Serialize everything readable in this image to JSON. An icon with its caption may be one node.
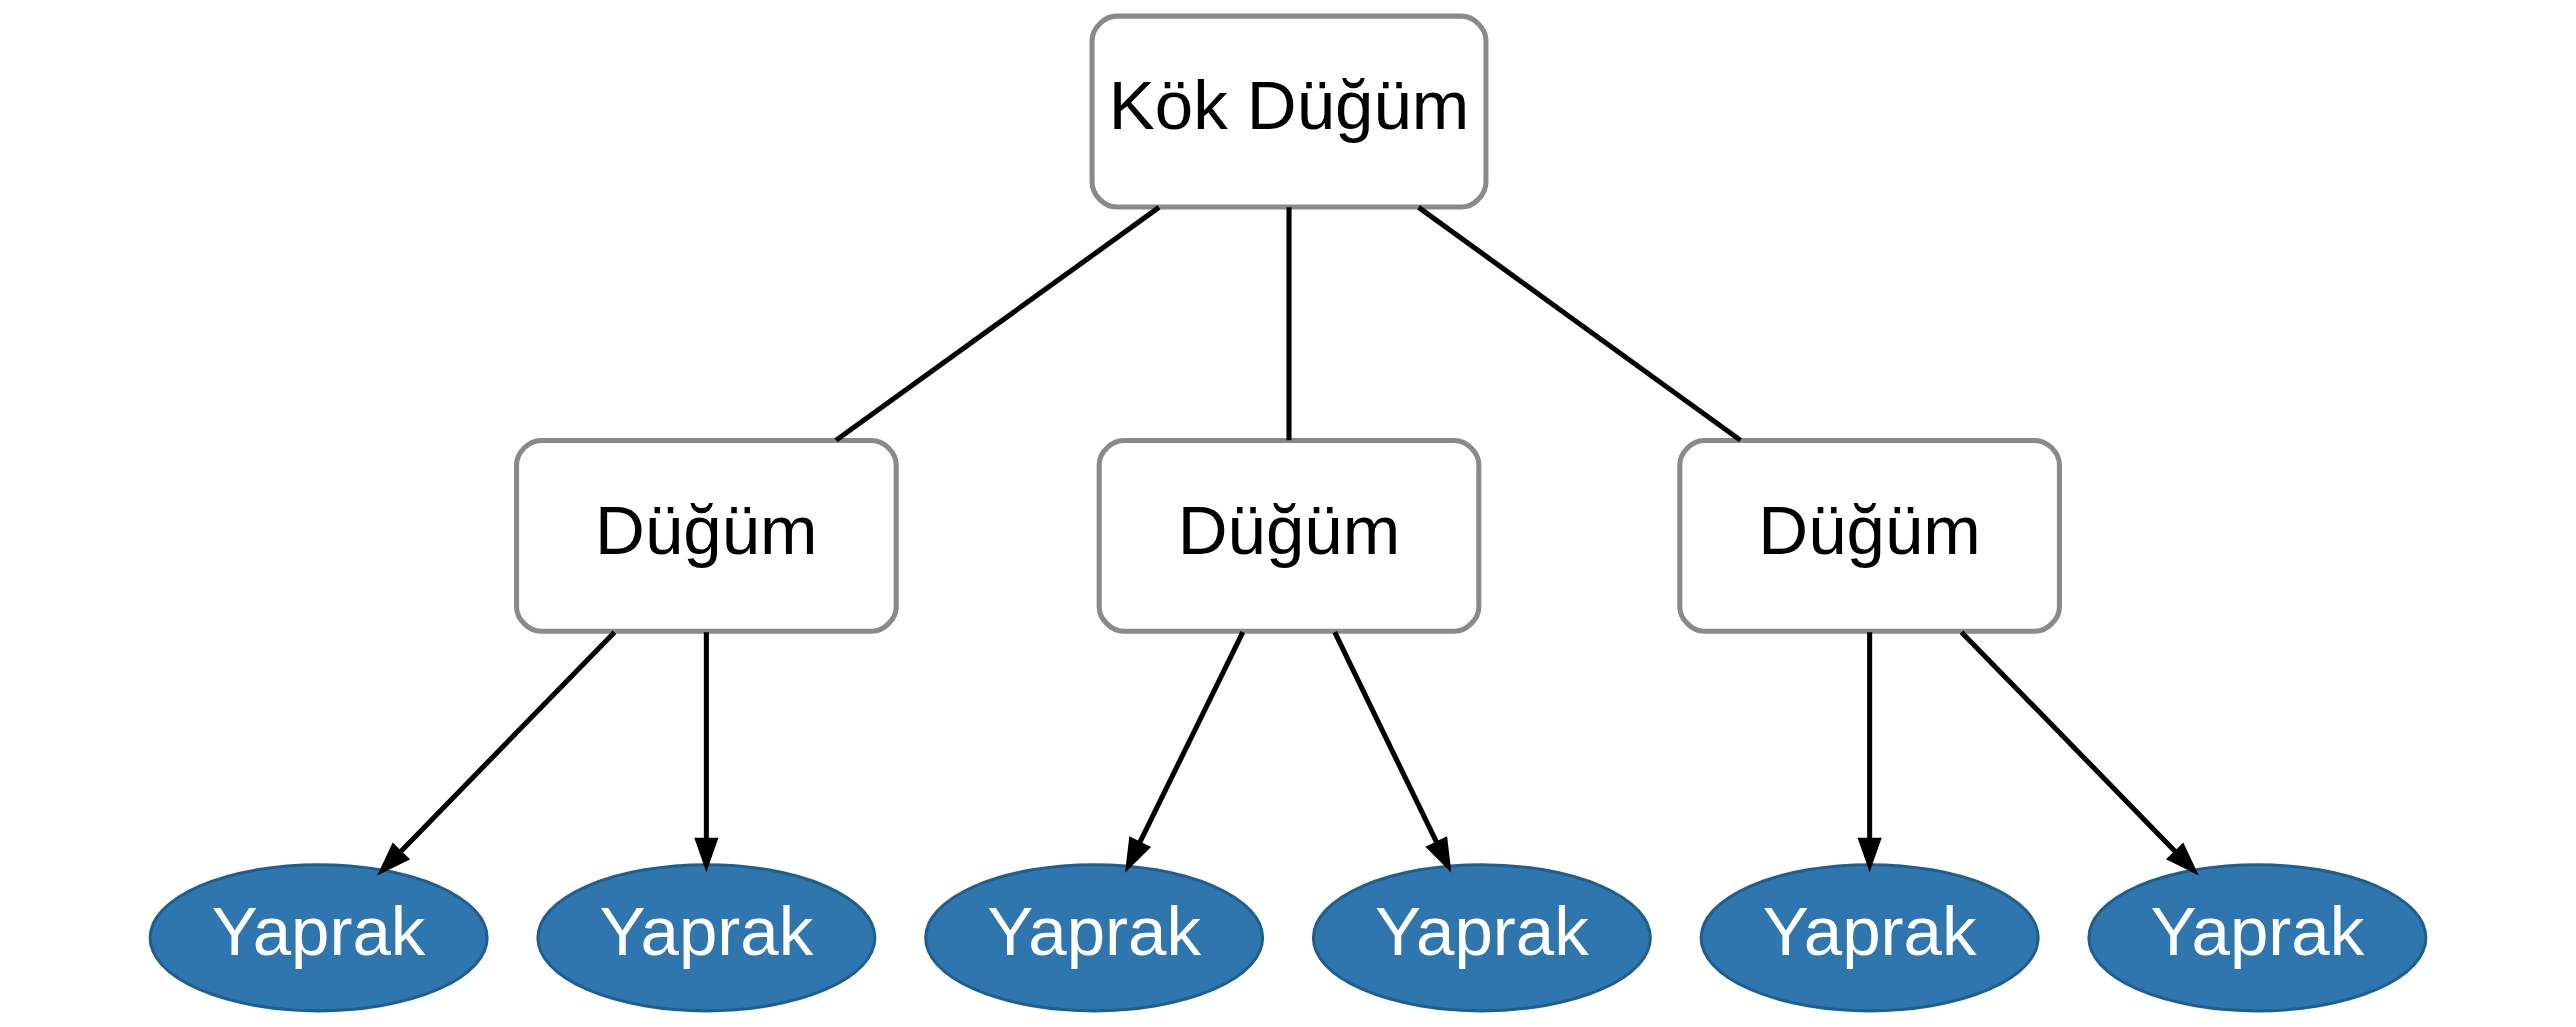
{
  "diagram": {
    "nodes": [
      {
        "text": [
          "Kök Düğüm"
        ]
      },
      {
        "text": [
          "Düğüm"
        ]
      },
      {
        "text": [
          "Düğüm"
        ]
      },
      {
        "text": [
          "Düğüm"
        ]
      },
      {
        "text": [
          "Yaprak"
        ]
      },
      {
        "text": [
          "Yaprak"
        ]
      },
      {
        "text": [
          "Yaprak"
        ]
      },
      {
        "text": [
          "Yaprak"
        ]
      },
      {
        "text": [
          "Yaprak"
        ]
      },
      {
        "text": [
          "Yaprak"
        ]
      }
    ],
    "edges": [
      {
        "from": 0,
        "to": 1,
        "arrow": "none"
      },
      {
        "from": 0,
        "to": 2,
        "arrow": "none"
      },
      {
        "from": 0,
        "to": 3,
        "arrow": "none"
      },
      {
        "from": 1,
        "to": 4,
        "arrow": "to"
      },
      {
        "from": 1,
        "to": 5,
        "arrow": "to"
      },
      {
        "from": 2,
        "to": 6,
        "arrow": "to"
      },
      {
        "from": 2,
        "to": 7,
        "arrow": "to"
      },
      {
        "from": 3,
        "to": 8,
        "arrow": "to"
      },
      {
        "from": 3,
        "to": 9,
        "arrow": "to"
      }
    ]
  }
}
